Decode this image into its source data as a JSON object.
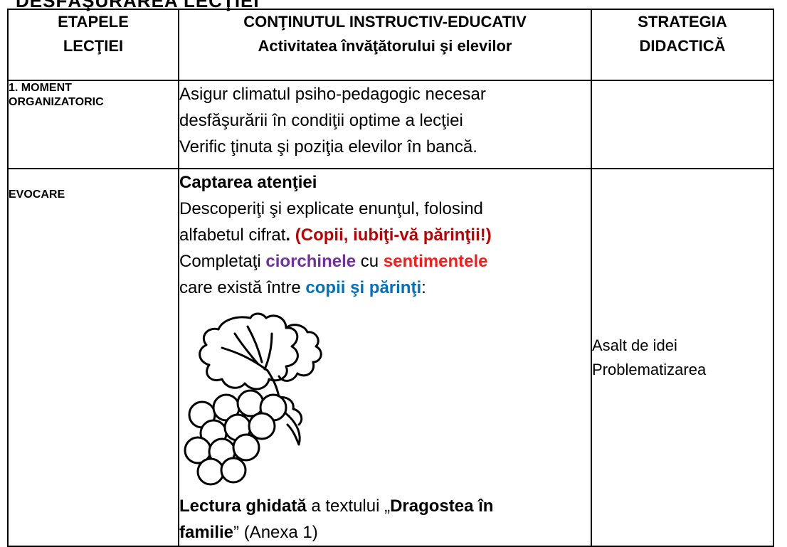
{
  "heading": "DESFĂŞURAREA LECŢIEI",
  "table": {
    "headers": {
      "col1": [
        "ETAPELE",
        "LECŢIEI"
      ],
      "col2": [
        "CONŢINUTUL INSTRUCTIV-EDUCATIV",
        "Activitatea învăţătorului şi elevilor"
      ],
      "col3": [
        "STRATEGIA",
        "DIDACTICĂ"
      ]
    },
    "row1": {
      "stage": [
        "1. MOMENT",
        "ORGANIZATORIC"
      ],
      "content": [
        "Asigur climatul psiho-pedagogic necesar",
        "desfăşurării în condiţii optime a lecţiei",
        "Verific ţinuta şi poziţia elevilor în bancă."
      ],
      "strategy": ""
    },
    "row2": {
      "stage": "EVOCARE",
      "title": "Captarea atenţiei",
      "p1_line1": "Descoperiţi şi explicate enunţul, folosind",
      "p1_line2_start": "alfabetul cifrat",
      "p1_dot": ".",
      "p1_highlight": " (Copii, iubiţi-vă părinţii!)",
      "p2_start": "Completaţi ",
      "p2_word1": "ciorchinele",
      "p2_mid": " cu ",
      "p2_word2": "sentimentele",
      "p3_start": "care există între ",
      "p3_word": "copii şi părinţi",
      "p3_end": ":",
      "reading_bold": "Lectura ghidată",
      "reading_mid": " a textului „",
      "reading_title1": "Dragostea în",
      "reading_title2": "familie",
      "reading_end": "” (Anexa 1)",
      "strategy": [
        "Asalt de idei",
        "Problematizarea"
      ]
    }
  },
  "illustration": "grapes-icon"
}
